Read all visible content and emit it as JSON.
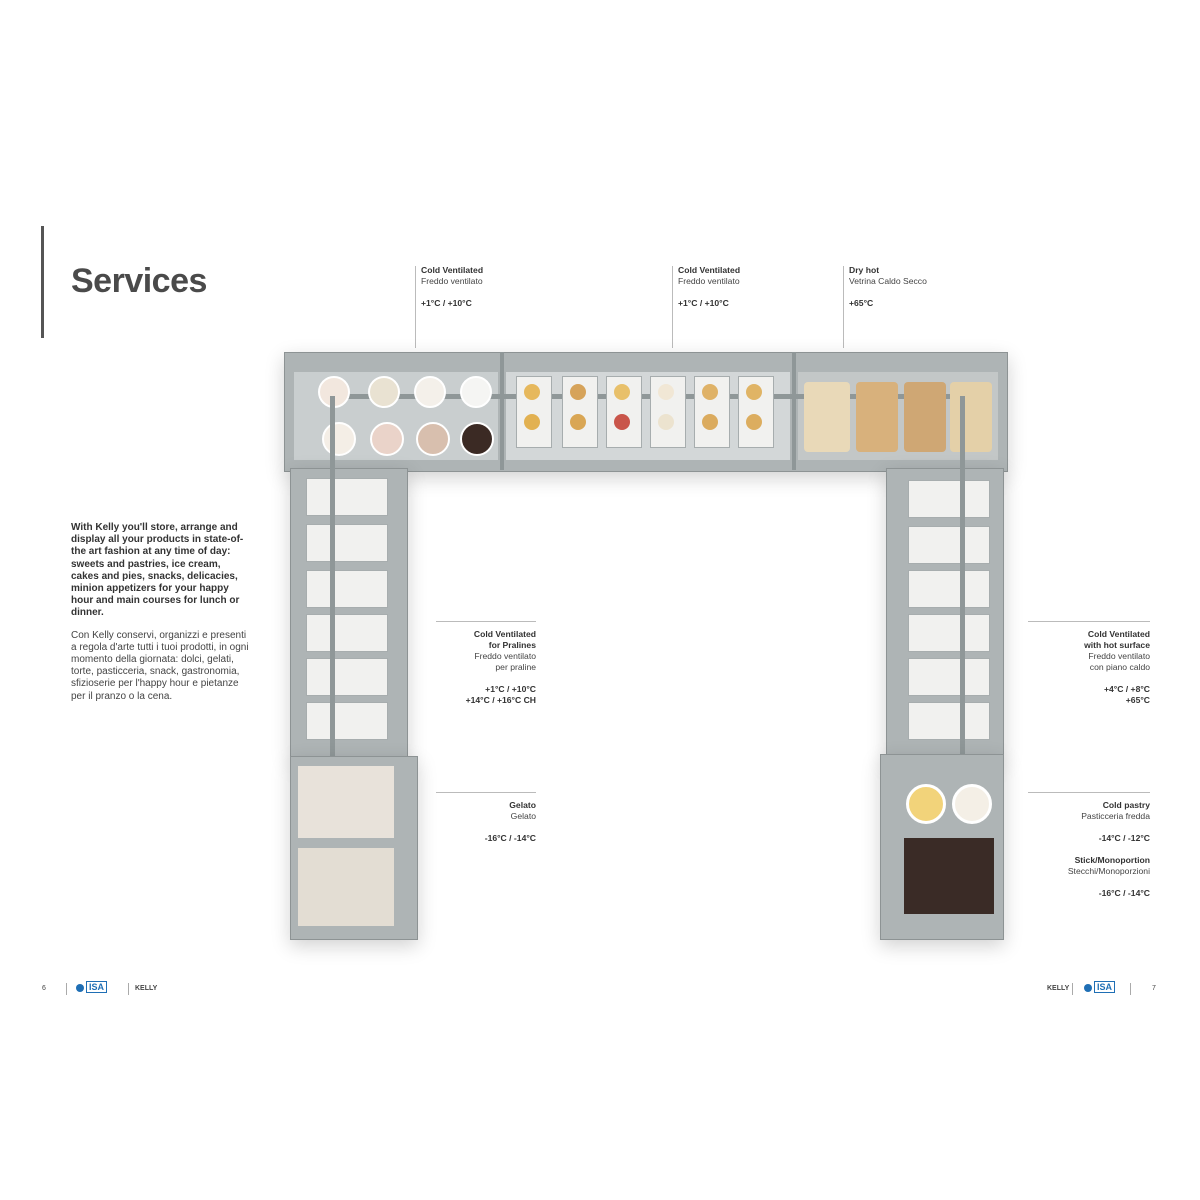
{
  "page": {
    "title": "Services",
    "intro_en": "With Kelly you'll store, arrange and display all your products in state-of-the art fashion at any time of day: sweets and pastries, ice cream, cakes and pies, snacks, delicacies, minion appetizers for your happy hour and main courses for lunch or dinner.",
    "intro_it": "Con Kelly conservi, organizzi e presenti a regola d'arte tutti i tuoi prodotti, in ogni momento della giornata: dolci, gelati, torte, pasticceria, snack, gastronomia, sfizioserie per l'happy hour e pietanze per il pranzo o la cena."
  },
  "callouts": {
    "top1": {
      "title": "Cold Ventilated",
      "subtitle": "Freddo ventilato",
      "temp": "+1°C / +10°C"
    },
    "top2": {
      "title": "Cold Ventilated",
      "subtitle": "Freddo ventilato",
      "temp": "+1°C / +10°C"
    },
    "top3": {
      "title": "Dry hot",
      "subtitle": "Vetrina Caldo Secco",
      "temp": "+65°C"
    },
    "pralines": {
      "title1": "Cold Ventilated",
      "title2": "for Pralines",
      "subtitle1": "Freddo ventilato",
      "subtitle2": "per praline",
      "temp1": "+1°C / +10°C",
      "temp2": "+14°C / +16°C CH"
    },
    "hot_surface": {
      "title1": "Cold Ventilated",
      "title2": "with hot surface",
      "subtitle1": "Freddo ventilato",
      "subtitle2": "con piano caldo",
      "temp1": "+4°C / +8°C",
      "temp2": "+65°C"
    },
    "gelato": {
      "title": "Gelato",
      "subtitle": "Gelato",
      "temp": "-16°C / -14°C"
    },
    "cold_pastry": {
      "title": "Cold pastry",
      "subtitle": "Pasticceria fredda",
      "temp": "-14°C / -12°C",
      "title2": "Stick/Monoportion",
      "subtitle2": "Stecchi/Monoporzioni",
      "temp2": "-16°C / -14°C"
    }
  },
  "footer": {
    "left_page": "6",
    "right_page": "7",
    "brand": "ISA",
    "product": "KELLY"
  },
  "colors": {
    "frame": "#aeb4b5",
    "tray": "#f1f1ef",
    "accent_bar": "#555555",
    "isa_blue": "#1f6fb5"
  }
}
